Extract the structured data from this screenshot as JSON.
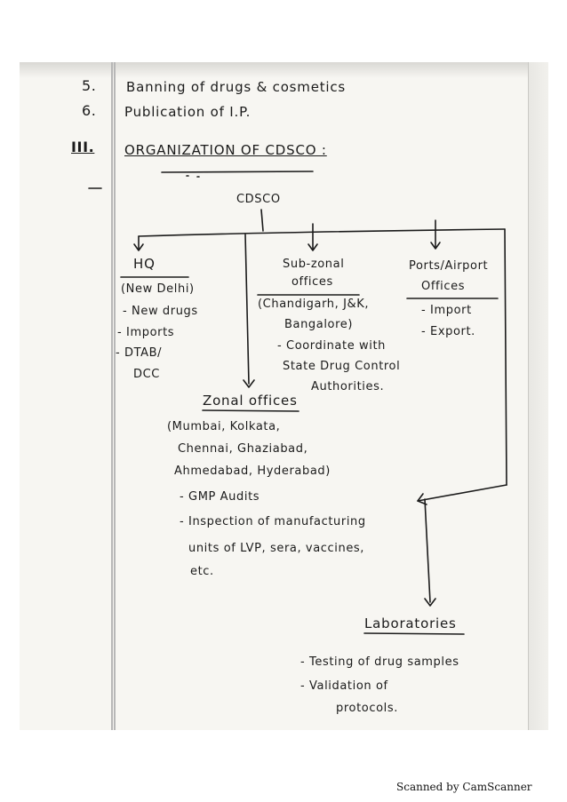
{
  "list_items": [
    {
      "number": "5.",
      "text": "Banning of drugs & cosmetics"
    },
    {
      "number": "6.",
      "text": "Publication of I.P."
    }
  ],
  "section": {
    "number": "III.",
    "title": "ORGANIZATION OF CDSCO :"
  },
  "root": "CDSCO",
  "hq": {
    "title": "HQ",
    "location": "(New Delhi)",
    "points": [
      "- New drugs",
      "- Imports",
      "- DTAB/",
      "DCC"
    ]
  },
  "subzonal": {
    "title_line1": "Sub-zonal",
    "title_line2": "offices",
    "locations_line1": "(Chandigarh, J&K,",
    "locations_line2": "Bangalore)",
    "points": [
      "- Coordinate with",
      "State Drug Control",
      "Authorities."
    ]
  },
  "ports": {
    "title_line1": "Ports/Airport",
    "title_line2": "Offices",
    "points": [
      "- Import",
      "- Export."
    ]
  },
  "zonal": {
    "title": "Zonal offices",
    "locations": [
      "(Mumbai, Kolkata,",
      "Chennai, Ghaziabad,",
      "Ahmedabad, Hyderabad)"
    ],
    "points": [
      "- GMP Audits",
      "- Inspection of manufacturing",
      "units of LVP, sera, vaccines,",
      "etc."
    ]
  },
  "laboratories": {
    "title": "Laboratories",
    "points": [
      "- Testing of drug samples",
      "- Validation of",
      "protocols."
    ]
  },
  "footer": "Scanned by CamScanner"
}
